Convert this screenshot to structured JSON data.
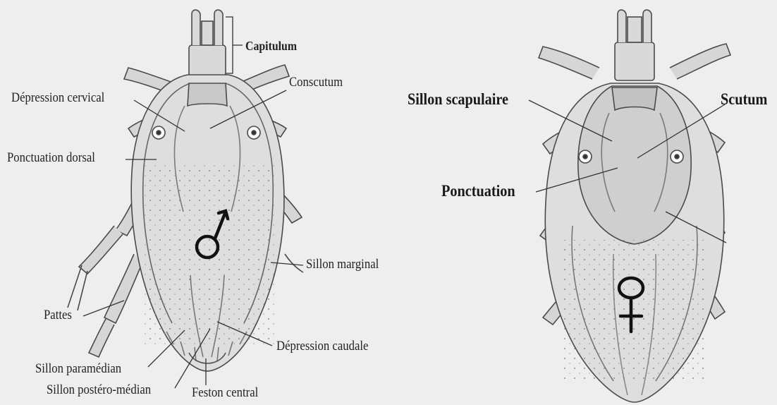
{
  "male_diagram": {
    "labels": {
      "capitulum": "Capitulum",
      "depression_cervical": "Dépression cervical",
      "conscutum": "Conscutum",
      "ponctuation_dorsal": "Ponctuation dorsal",
      "sillon_marginal": "Sillon marginal",
      "pattes": "Pattes",
      "depression_caudale": "Dépression caudale",
      "sillon_paramedian": "Sillon paramédian",
      "sillon_postero_median": "Sillon postéro-médian",
      "feston_central": "Feston central"
    }
  },
  "female_diagram": {
    "labels": {
      "sillon_scapulaire": "Sillon scapulaire",
      "scutum": "Scutum",
      "ponctuation": "Ponctuation"
    }
  },
  "colors": {
    "background": "#eeeeee",
    "line": "#4a4a4a",
    "body_fill": "#dedede",
    "scutum_fill": "#cfcfcf"
  },
  "icons": [
    "male-symbol-icon",
    "female-symbol-icon"
  ]
}
